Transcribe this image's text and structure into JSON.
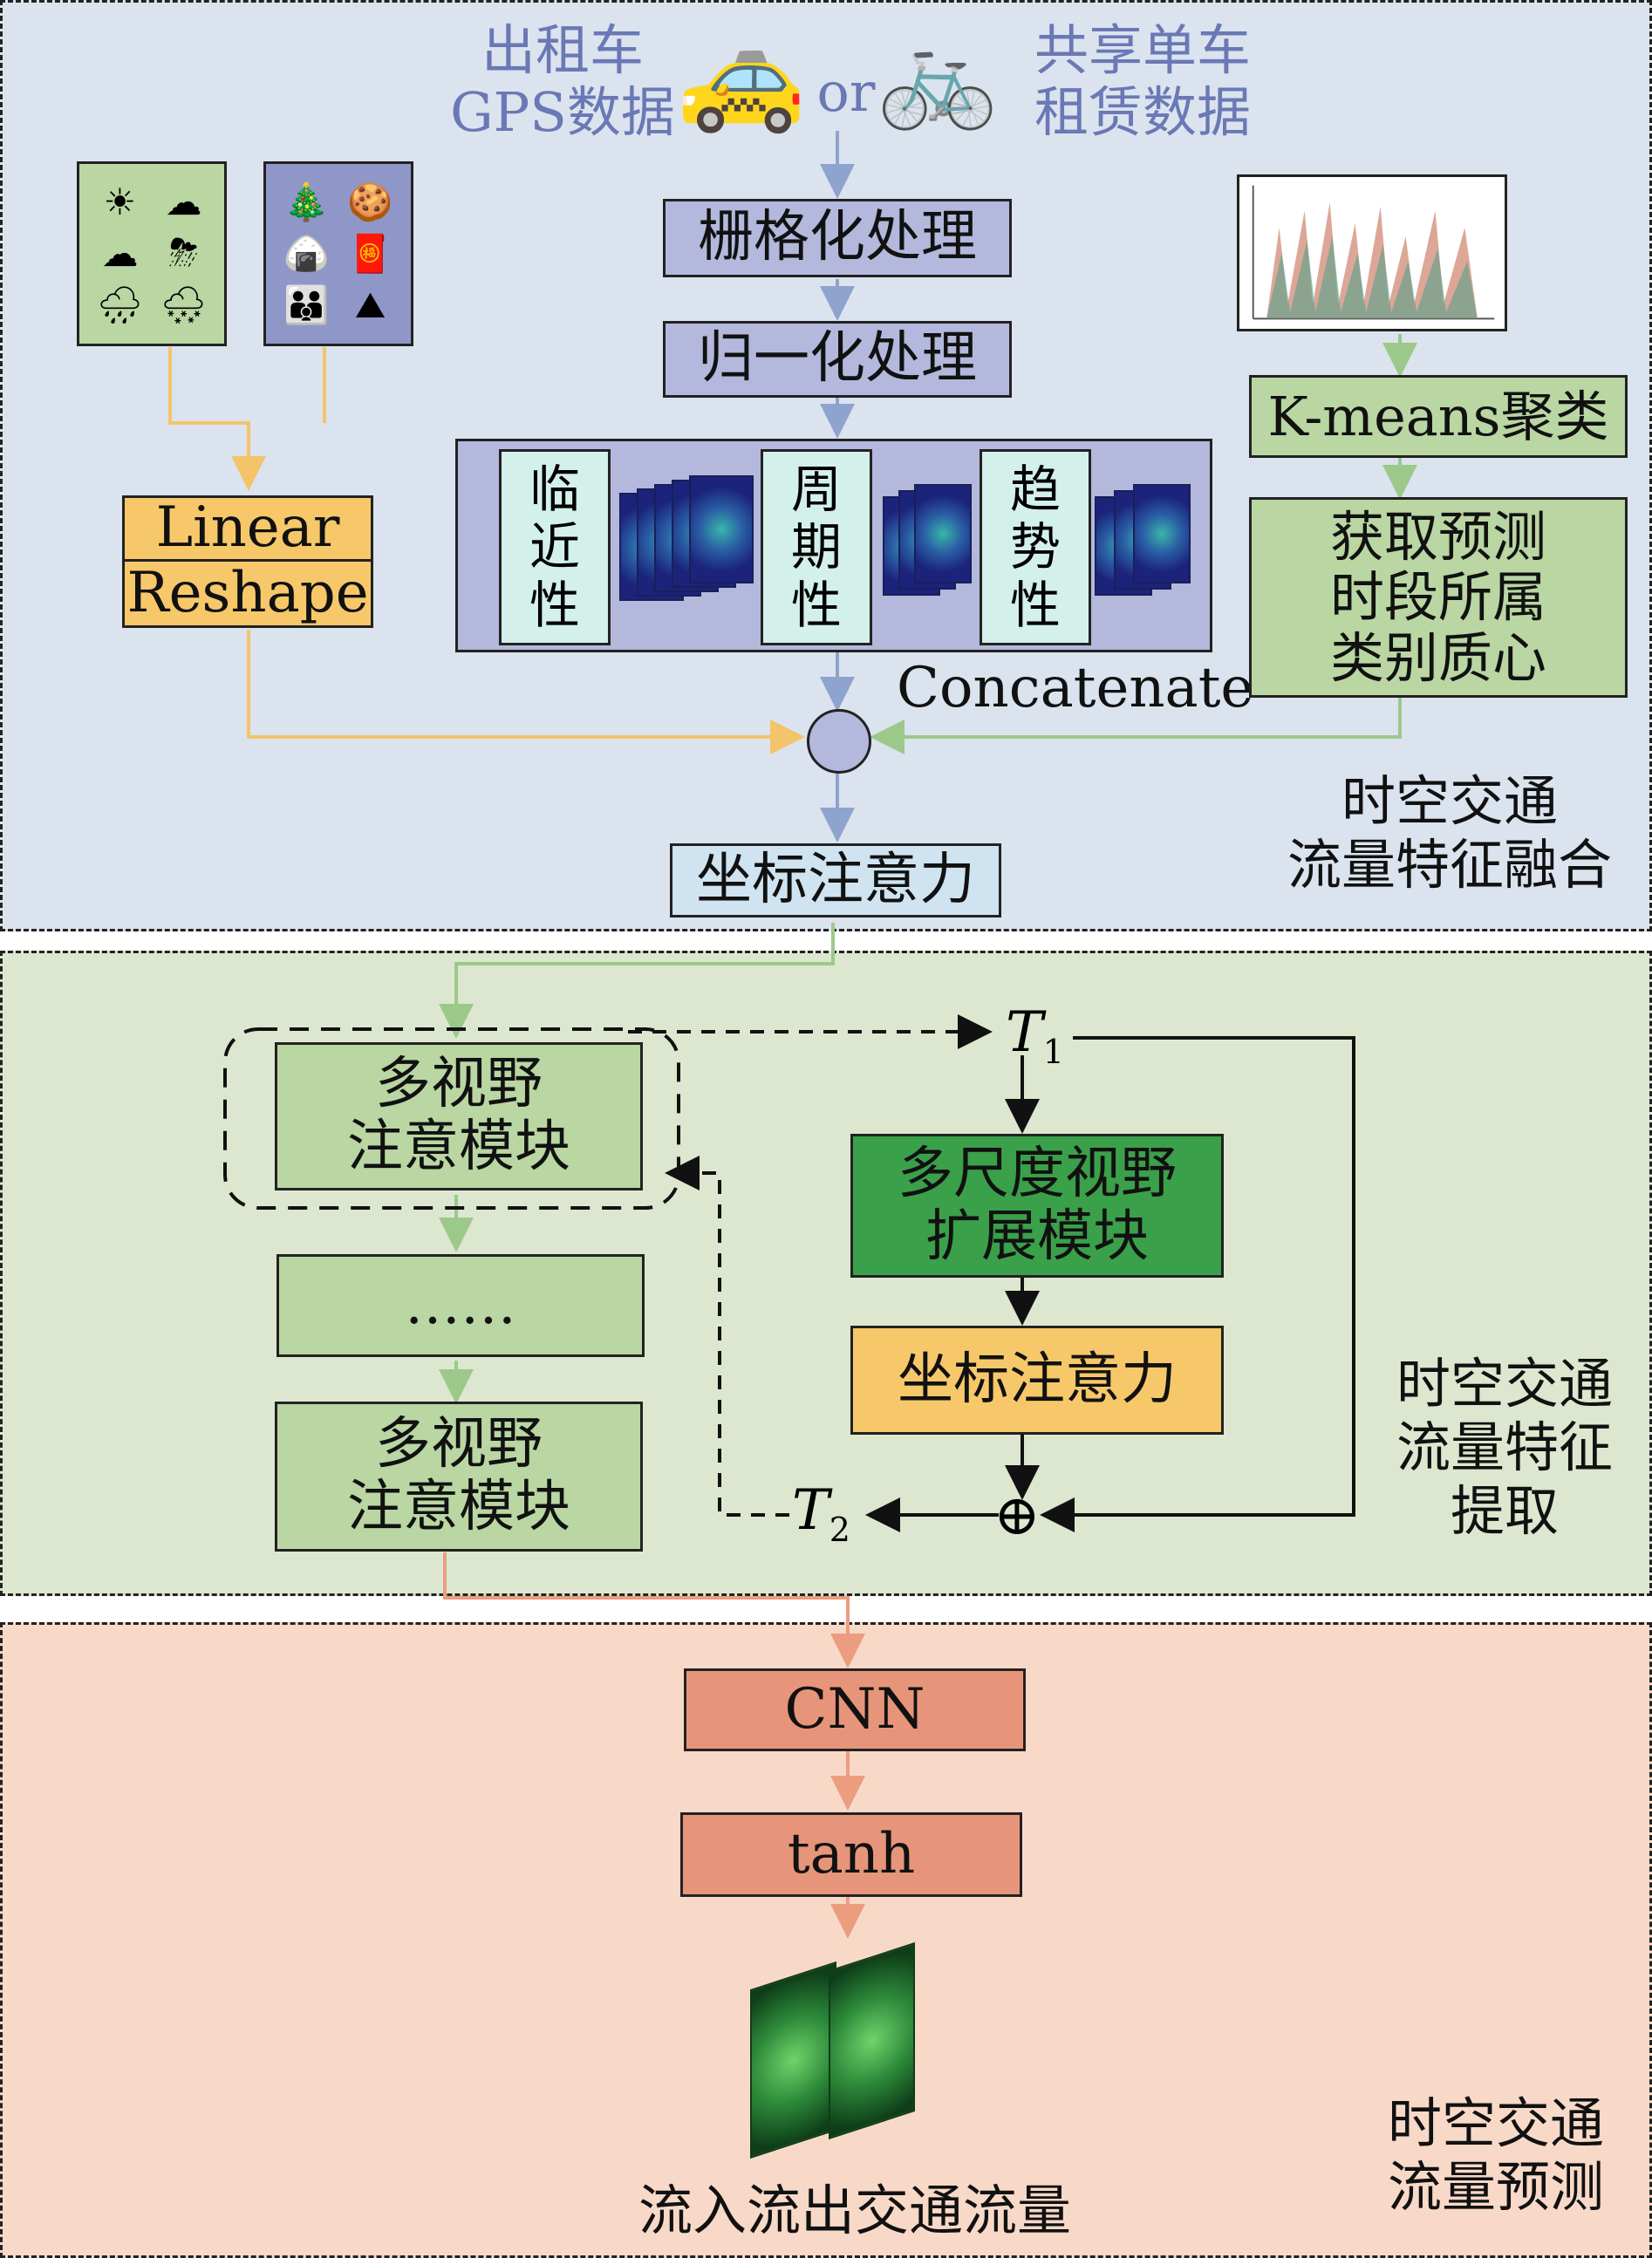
{
  "source": {
    "taxi_label": "出租车\nGPS数据",
    "or_label": "or",
    "bike_label": "共享单车\n租赁数据",
    "taxi_icon": "taxi-icon",
    "bike_icon": "bicycle-icon"
  },
  "steps": {
    "grid_processing": "栅格化处理",
    "normalization": "归一化处理",
    "closeness": "临\n近\n性",
    "period": "周\n期\n性",
    "trend": "趋\n势\n性",
    "concatenate": "Concatenate",
    "coord_attention_1": "坐标注意力"
  },
  "external": {
    "weather_icons": [
      "sun-icon",
      "cloud-icon",
      "cloud-icon",
      "storm-icon",
      "rain-icon",
      "snow-icon"
    ],
    "holiday_icons": [
      "tree-icon",
      "cookie-icon",
      "zongzi-icon",
      "envelope-icon",
      "family-icon",
      "mountain-icon"
    ],
    "linear": "Linear",
    "reshape": "Reshape"
  },
  "cluster": {
    "kmeans": "K-means聚类",
    "centroid": "获取预测\n时段所属\n类别质心"
  },
  "section_labels": {
    "fusion": "时空交通\n流量特征融合",
    "extraction": "时空交通\n流量特征\n提取",
    "prediction": "时空交通\n流量预测"
  },
  "extraction": {
    "mv_attention_1": "多视野\n注意模块",
    "dots": "……",
    "mv_attention_2": "多视野\n注意模块",
    "t1": "T",
    "t1_sub": "1",
    "t2": "T",
    "t2_sub": "2",
    "multiscale": "多尺度视野\n扩展模块",
    "coord_attention_2": "坐标注意力",
    "plus_symbol": "⊕"
  },
  "prediction": {
    "cnn": "CNN",
    "tanh": "tanh",
    "output_label": "流入流出交通流量"
  },
  "colors": {
    "blue_box": "#b3b8dc",
    "blue_arrow": "#8fa3cf",
    "green_box": "#b9d6a3",
    "green_dark": "#3aa04a",
    "green_arrow": "#9cc98a",
    "yellow_box": "#f7c86a",
    "yellow_arrow": "#f3c46a",
    "orange_box": "#e7957a",
    "orange_arrow": "#ec9d7f",
    "coord_box": "#cfe3f0"
  }
}
